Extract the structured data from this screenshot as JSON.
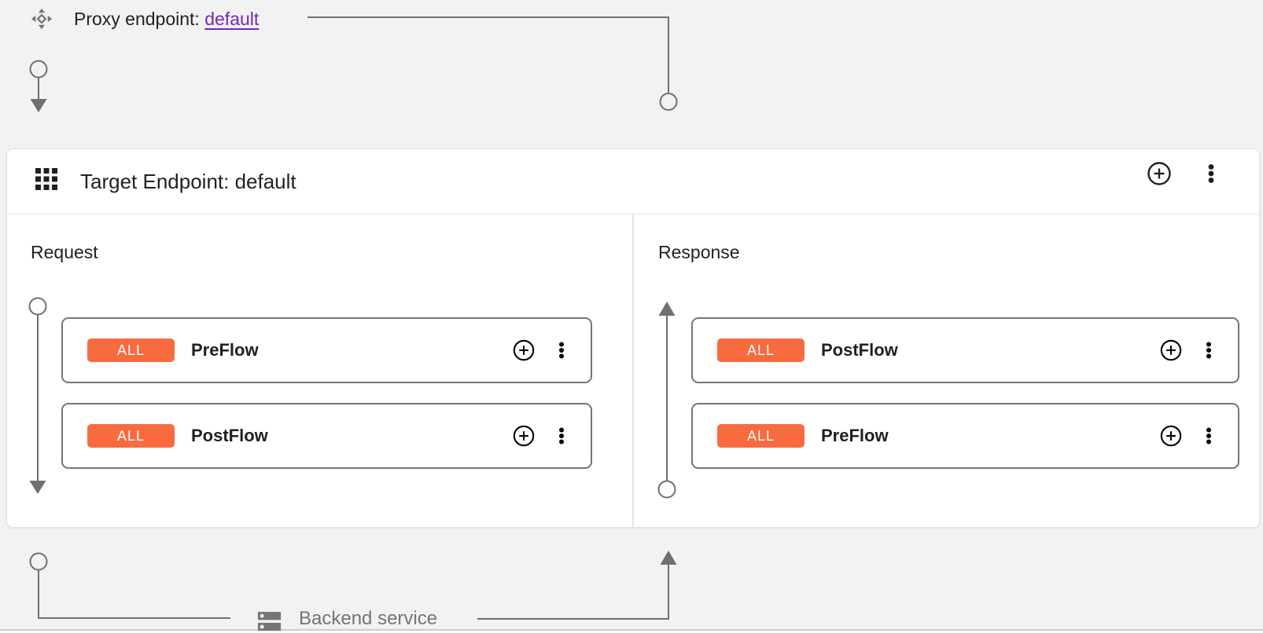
{
  "proxy": {
    "label": "Proxy endpoint: ",
    "link_text": "default"
  },
  "target": {
    "title": "Target Endpoint: default",
    "request": {
      "title": "Request",
      "flows": [
        {
          "badge": "ALL",
          "name": "PreFlow"
        },
        {
          "badge": "ALL",
          "name": "PostFlow"
        }
      ]
    },
    "response": {
      "title": "Response",
      "flows": [
        {
          "badge": "ALL",
          "name": "PostFlow"
        },
        {
          "badge": "ALL",
          "name": "PreFlow"
        }
      ]
    }
  },
  "backend": {
    "label": "Backend service"
  },
  "icons": {
    "proxy-endpoint-icon": "diamond-with-four-arrows",
    "target-endpoint-icon": "grid-3x3-dots",
    "add-icon": "plus-in-circle",
    "more-icon": "vertical-three-dots",
    "backend-service-icon": "server-stack",
    "flow-start-icon": "hollow-circle",
    "flow-end-icon": "arrowhead"
  },
  "colors": {
    "canvas_bg": "#F2F2F2",
    "card_bg": "#FFFFFF",
    "badge": "#F76B3F",
    "link": "#7627BB",
    "connector": "#6F6F6F",
    "row_border": "#757575",
    "text": "#202124",
    "muted": "#757575"
  }
}
